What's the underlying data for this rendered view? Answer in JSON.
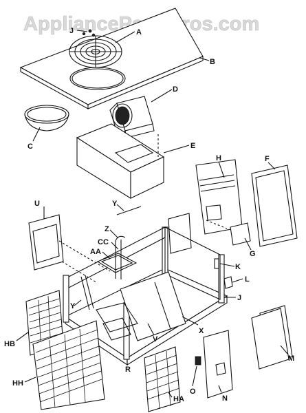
{
  "watermark": "AppliancePartsPros.com",
  "labels": {
    "J1": "J",
    "A": "A",
    "B": "B",
    "D": "D",
    "C": "C",
    "E": "E",
    "H": "H",
    "F": "F",
    "Y1": "Y",
    "U": "U",
    "Z": "Z",
    "CC": "CC",
    "AA": "AA",
    "G": "G",
    "K": "K",
    "L": "L",
    "J2": "J",
    "Y2": "Y",
    "HB": "HB",
    "V": "V",
    "X": "X",
    "M": "M",
    "HH": "HH",
    "R": "R",
    "O": "O",
    "HA": "HA",
    "N": "N"
  }
}
